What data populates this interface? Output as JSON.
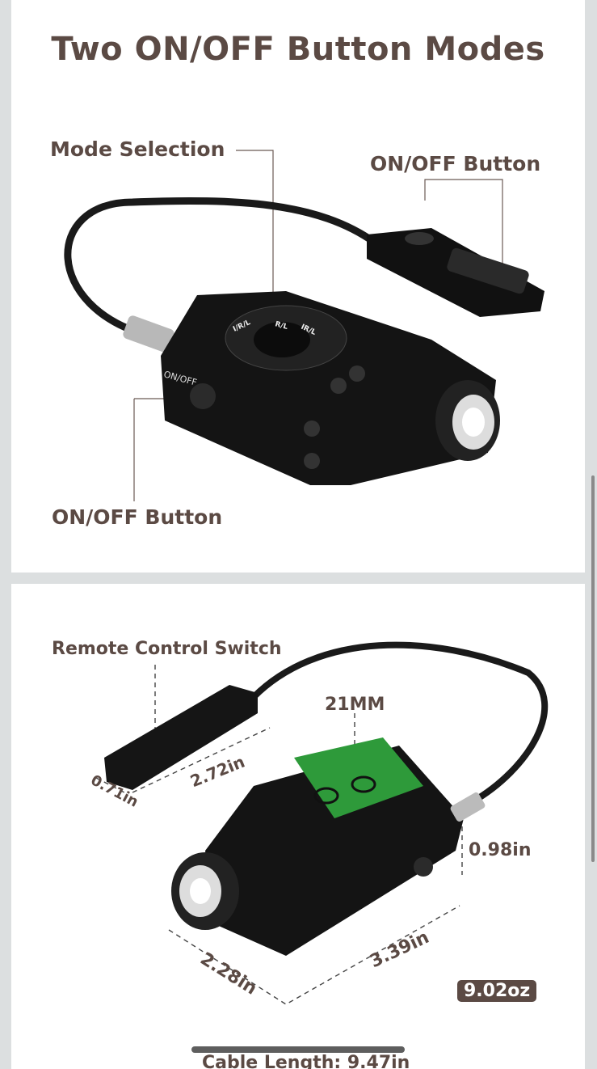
{
  "panel1": {
    "title": "Two ON/OFF Button Modes",
    "labels": {
      "mode_selection": "Mode Selection",
      "remote_button": "ON/OFF Button",
      "side_button": "ON/OFF Button"
    },
    "device_markings": {
      "side": "ON/OFF",
      "dial": [
        "I/R/L",
        "R/L",
        "IR/L"
      ]
    }
  },
  "panel2": {
    "labels": {
      "remote_switch": "Remote Control Switch",
      "rail": "21MM",
      "remote_length": "2.72in",
      "remote_width": "0.71in",
      "height": "0.98in",
      "length": "3.39in",
      "width": "2.28in",
      "weight": "9.02oz",
      "cable": "Cable Length: 9.47in"
    }
  },
  "colors": {
    "text": "#5b4a44",
    "rail_green": "#2e9a3a"
  }
}
